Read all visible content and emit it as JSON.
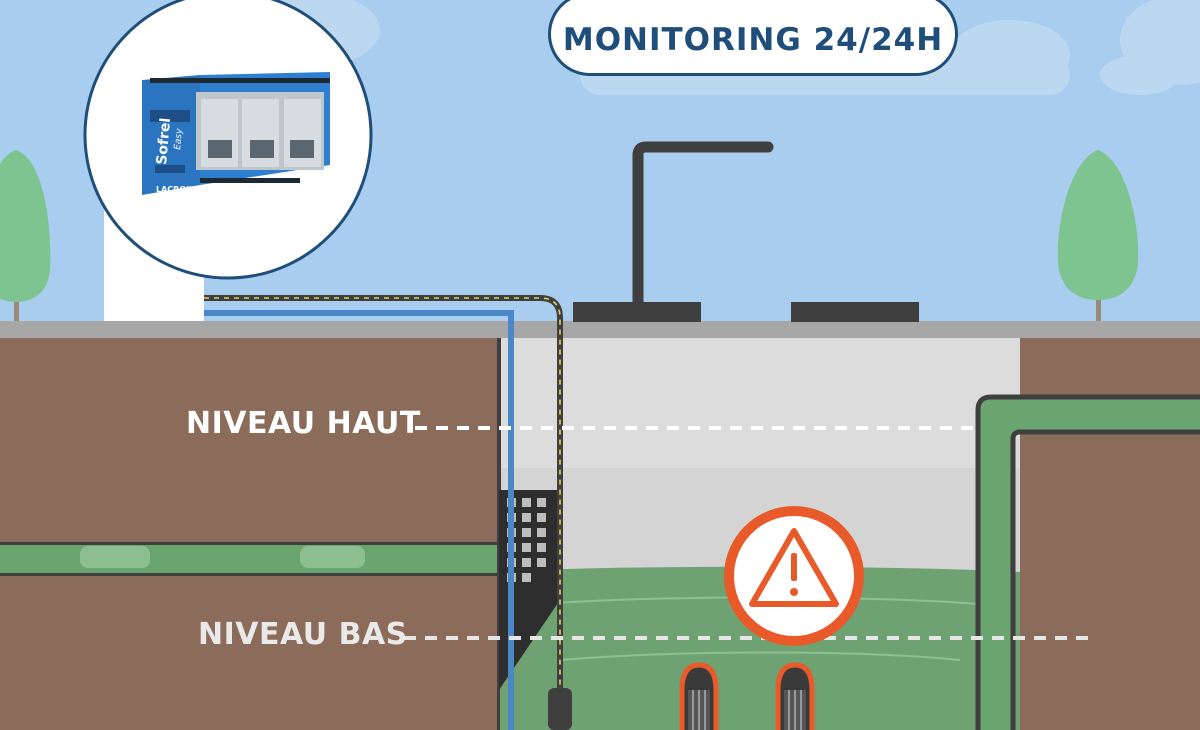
{
  "header": {
    "title": "MONITORING 24/24H"
  },
  "levels": {
    "high_label": "NIVEAU HAUT",
    "low_label": "NIVEAU BAS"
  },
  "device": {
    "brand": "Sofrel",
    "model": "Easy",
    "maker": "LACROIX"
  },
  "alert": {
    "icon": "warning-icon",
    "symbol": "!"
  },
  "colors": {
    "sky": "#a8cdee",
    "soil": "#8b6b5a",
    "alert": "#e85a2a",
    "title": "#1f4e7a",
    "cable_blue": "#4a86c8",
    "cable_dark": "#3f3f3f",
    "pipe_green": "#6aa56f"
  }
}
